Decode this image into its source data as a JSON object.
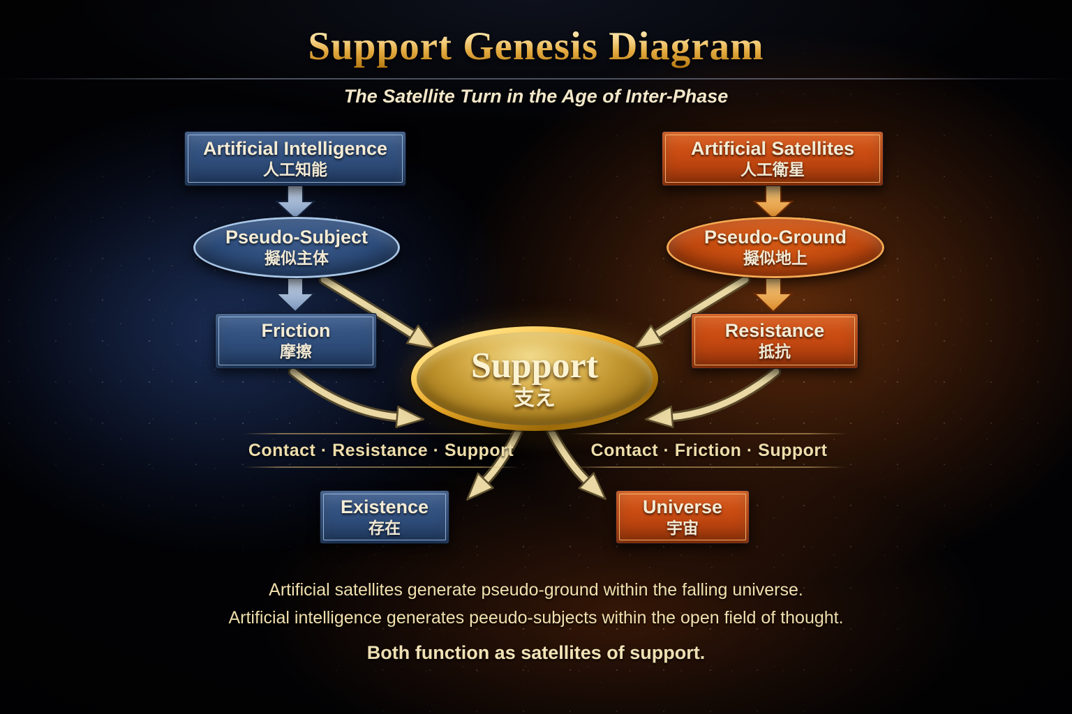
{
  "header": {
    "title": "Support Genesis Diagram",
    "subtitle": "The Satellite Turn in the Age of Inter-Phase"
  },
  "nodes": {
    "ai": {
      "en": "Artificial Intelligence",
      "ja": "人工知能"
    },
    "pseudo_subject": {
      "en": "Pseudo-Subject",
      "ja": "擬似主体"
    },
    "friction": {
      "en": "Friction",
      "ja": "摩擦"
    },
    "satellites": {
      "en": "Artificial Satellites",
      "ja": "人工衛星"
    },
    "pseudo_ground": {
      "en": "Pseudo-Ground",
      "ja": "擬似地上"
    },
    "resistance": {
      "en": "Resistance",
      "ja": "抵抗"
    },
    "support": {
      "en": "Support",
      "ja": "支え"
    },
    "existence": {
      "en": "Existence",
      "ja": "存在"
    },
    "universe": {
      "en": "Universe",
      "ja": "宇宙"
    }
  },
  "chains": {
    "left": "Contact · Resistance · Support",
    "right": "Contact · Friction · Support"
  },
  "footer": {
    "line1": "Artificial satellites generate pseudo-ground within the falling universe.",
    "line2": "Artificial intelligence generates peeudo-subjects within the open field of thought.",
    "line3": "Both function as satellites of support."
  },
  "colors": {
    "title_gold": "#e8b95f",
    "blue_node": "#32507e",
    "blue_border": "#a9c6e6",
    "orange_node": "#c74a12",
    "orange_border": "#f2a953",
    "support_gold": "#d4ab45",
    "arrow_cream": "#ead9a4",
    "text_cream": "#f1e0ae",
    "nebula_blue": "#30529b",
    "nebula_orange": "#c45812"
  }
}
